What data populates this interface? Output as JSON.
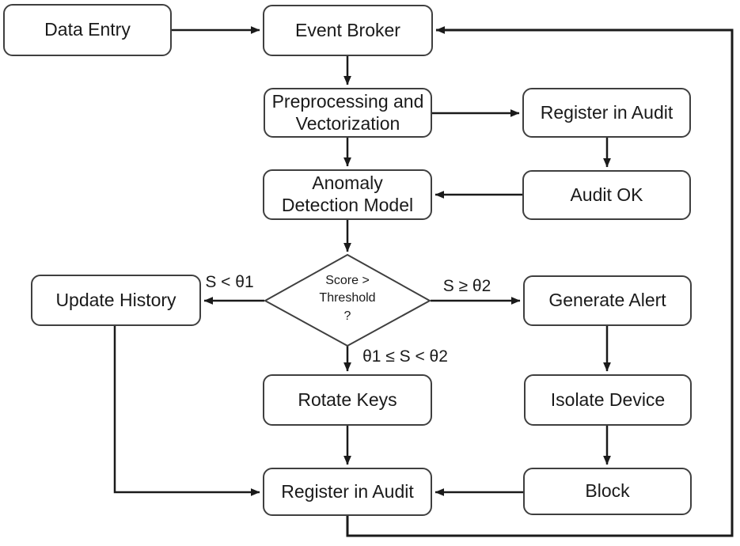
{
  "diagram": {
    "nodes": {
      "data_entry": {
        "label": "Data Entry"
      },
      "event_broker": {
        "label": "Event Broker"
      },
      "preprocessing": {
        "label": "Preprocessing and\nVectorization"
      },
      "register_audit_top": {
        "label": "Register in Audit"
      },
      "anomaly_model": {
        "label": "Anomaly\nDetection Model"
      },
      "audit_ok": {
        "label": "Audit OK"
      },
      "decision": {
        "label": "Score >\nThreshold\n?"
      },
      "update_history": {
        "label": "Update History"
      },
      "generate_alert": {
        "label": "Generate Alert"
      },
      "rotate_keys": {
        "label": "Rotate Keys"
      },
      "isolate_device": {
        "label": "Isolate Device"
      },
      "register_audit_bottom": {
        "label": "Register in Audit"
      },
      "block": {
        "label": "Block"
      }
    },
    "edge_labels": {
      "score_low": "S < θ1",
      "score_high": "S ≥ θ2",
      "score_mid": "θ1 ≤ S < θ2"
    },
    "edges": [
      {
        "from": "data_entry",
        "to": "event_broker"
      },
      {
        "from": "event_broker",
        "to": "preprocessing"
      },
      {
        "from": "preprocessing",
        "to": "register_audit_top"
      },
      {
        "from": "register_audit_top",
        "to": "audit_ok"
      },
      {
        "from": "audit_ok",
        "to": "anomaly_model"
      },
      {
        "from": "preprocessing",
        "to": "anomaly_model"
      },
      {
        "from": "anomaly_model",
        "to": "decision"
      },
      {
        "from": "decision",
        "to": "update_history",
        "label": "S < θ1"
      },
      {
        "from": "decision",
        "to": "generate_alert",
        "label": "S ≥ θ2"
      },
      {
        "from": "decision",
        "to": "rotate_keys",
        "label": "θ1 ≤ S < θ2"
      },
      {
        "from": "update_history",
        "to": "register_audit_bottom"
      },
      {
        "from": "rotate_keys",
        "to": "register_audit_bottom"
      },
      {
        "from": "generate_alert",
        "to": "isolate_device"
      },
      {
        "from": "isolate_device",
        "to": "block"
      },
      {
        "from": "block",
        "to": "register_audit_bottom"
      },
      {
        "from": "register_audit_bottom",
        "to": "event_broker"
      }
    ],
    "colors": {
      "background": "#ffffff",
      "box_fill": "#ffffff",
      "box_border": "#3f3f3f",
      "line": "#1a1a1a",
      "text": "#1a1a1a"
    }
  }
}
